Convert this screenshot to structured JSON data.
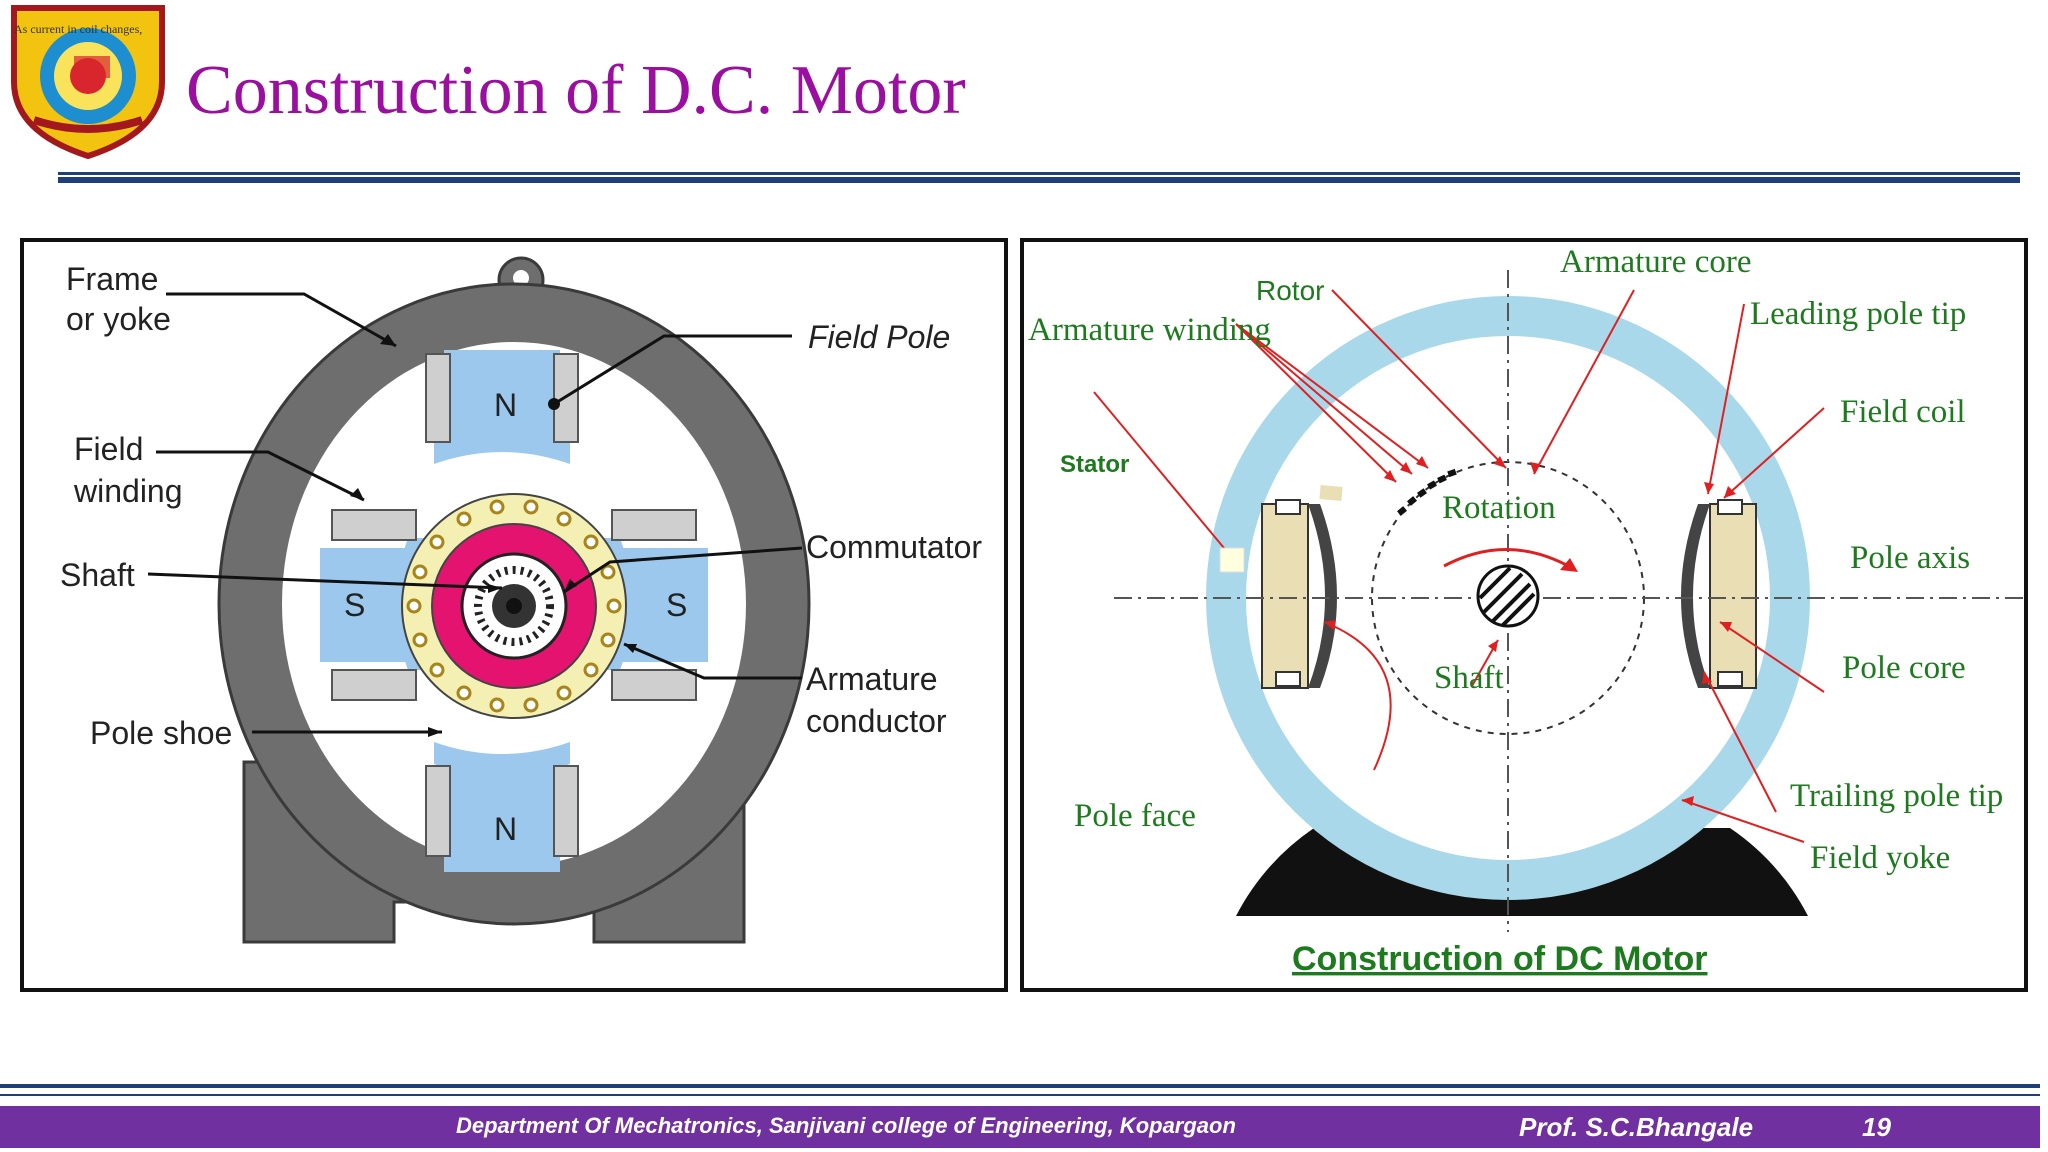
{
  "header": {
    "title": "Construction of D.C. Motor",
    "logo_stray_text": "As current in coil changes,",
    "colors": {
      "title": "#9b0fa0",
      "rule": "#1f3f7a",
      "footer": "#7030a0"
    }
  },
  "left_diagram": {
    "labels": {
      "frame": "Frame",
      "frame2": "or yoke",
      "field_winding": "Field",
      "field_winding2": "winding",
      "shaft": "Shaft",
      "pole_shoe": "Pole  shoe",
      "field_pole": "Field Pole",
      "commutator": "Commutator",
      "armature": "Armature",
      "armature2": "conductor",
      "n_top": "N",
      "n_bottom": "N",
      "s_left": "S",
      "s_right": "S"
    }
  },
  "right_diagram": {
    "labels": {
      "armature_core": "Armature core",
      "rotor": "Rotor",
      "armature_winding": "Armature winding",
      "leading_pole_tip": "Leading pole tip",
      "stator": "Stator",
      "field_coil": "Field coil",
      "rotation": "Rotation",
      "pole_axis": "Pole axis",
      "shaft": "Shaft",
      "pole_core": "Pole core",
      "trailing_pole_tip": "Trailing pole tip",
      "pole_face": "Pole face",
      "field_yoke": "Field yoke",
      "caption": "Construction of DC Motor"
    }
  },
  "footer": {
    "department": "Department Of Mechatronics,  Sanjivani college of Engineering, Kopargaon",
    "professor": "Prof. S.C.Bhangale",
    "page_number": "19"
  }
}
